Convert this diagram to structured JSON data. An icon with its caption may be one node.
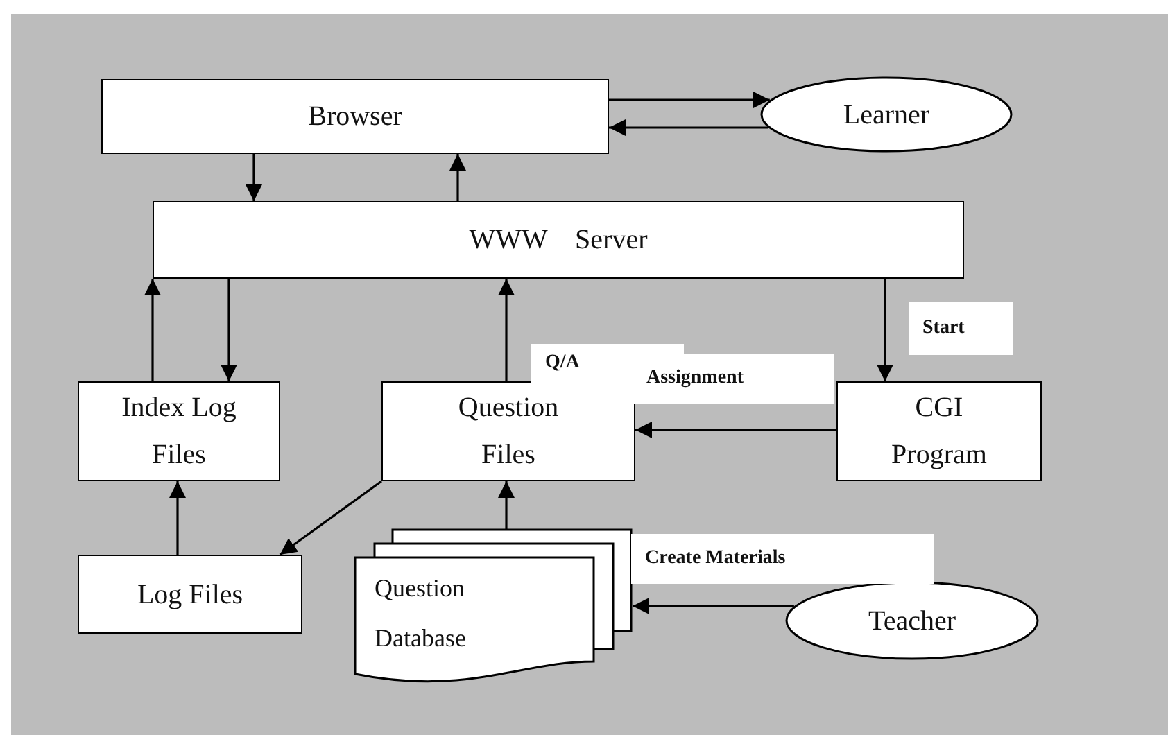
{
  "diagram": {
    "nodes": [
      {
        "text": [
          "Browser"
        ]
      },
      {
        "text": [
          "Learner"
        ]
      },
      {
        "text": [
          "WWW　Server"
        ]
      },
      {
        "text": [
          "Index Log Files"
        ]
      },
      {
        "text": [
          "Question Files"
        ]
      },
      {
        "text": [
          "CGI Program"
        ]
      },
      {
        "text": [
          "Log Files"
        ]
      },
      {
        "text": [
          "Question Database"
        ]
      },
      {
        "text": [
          "Teacher"
        ]
      }
    ],
    "edges": [
      {
        "from": 0,
        "to": 1,
        "arrow": "to"
      },
      {
        "from": 1,
        "to": 0,
        "arrow": "to"
      },
      {
        "from": 0,
        "to": 2,
        "arrow": "to"
      },
      {
        "from": 2,
        "to": 0,
        "arrow": "to"
      },
      {
        "from": 3,
        "to": 2,
        "arrow": "to"
      },
      {
        "from": 2,
        "to": 3,
        "arrow": "to"
      },
      {
        "from": 4,
        "to": 2,
        "arrow": "to",
        "label": "Q/A"
      },
      {
        "from": 2,
        "to": 5,
        "arrow": "to",
        "label": "Start"
      },
      {
        "from": 5,
        "to": 4,
        "arrow": "to",
        "label": "Assignment"
      },
      {
        "from": 4,
        "to": 6,
        "arrow": "to"
      },
      {
        "from": 6,
        "to": 3,
        "arrow": "to"
      },
      {
        "from": 7,
        "to": 4,
        "arrow": "to"
      },
      {
        "from": 8,
        "to": 7,
        "arrow": "to",
        "label": "Create Materials"
      }
    ]
  }
}
